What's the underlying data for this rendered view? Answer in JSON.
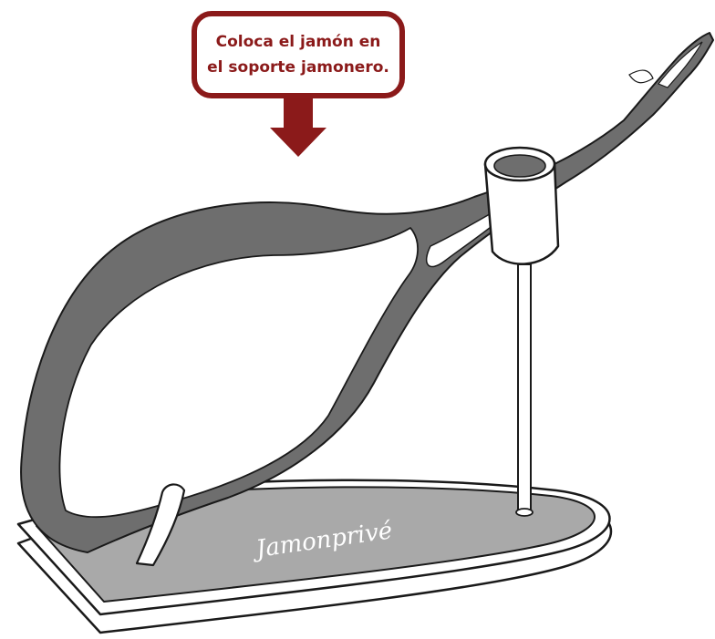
{
  "instruction": {
    "line1": "Coloca el jamón en",
    "line2": "el soporte jamonero."
  },
  "brand": {
    "logo_text": "Jamonprivé"
  },
  "colors": {
    "accent": "#8b1a1a",
    "ham": "#6e6e6e",
    "board_inset": "#a9a9a9",
    "outline": "#1a1a1a"
  }
}
